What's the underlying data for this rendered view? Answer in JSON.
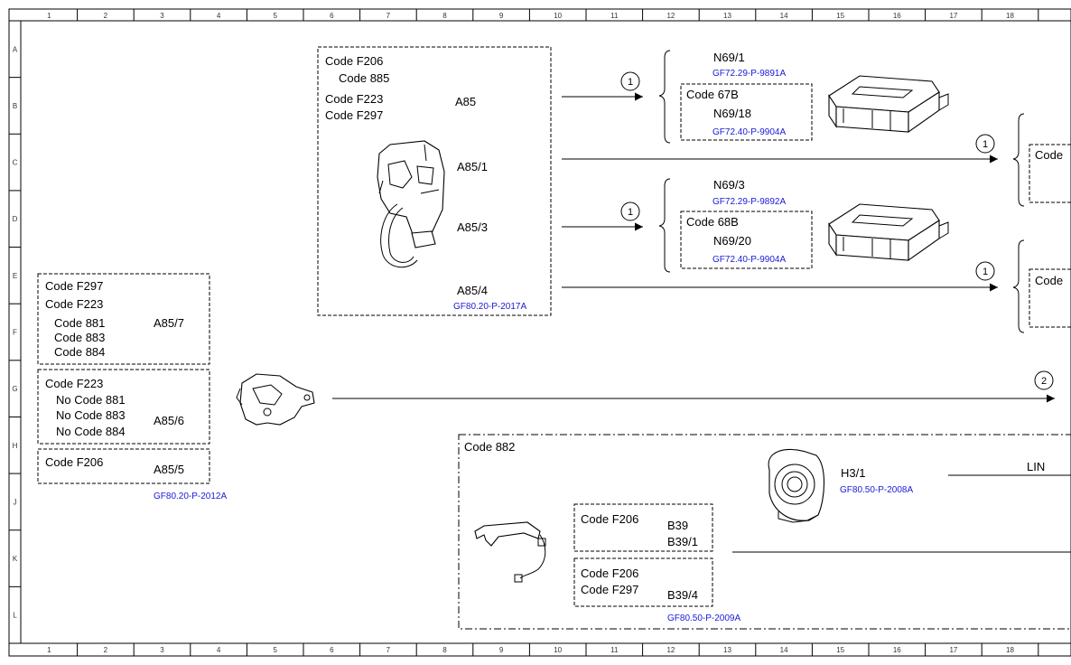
{
  "frame": {
    "columns": [
      "1",
      "2",
      "3",
      "4",
      "5",
      "6",
      "7",
      "8",
      "9",
      "10",
      "11",
      "12",
      "13",
      "14",
      "15",
      "16",
      "17",
      "18"
    ],
    "rows": [
      "A",
      "B",
      "C",
      "D",
      "E",
      "F",
      "G",
      "H",
      "J",
      "K",
      "L"
    ]
  },
  "group_a85": {
    "codes": [
      "Code F206",
      "Code 885",
      "Code F223",
      "Code F297"
    ],
    "labels": [
      "A85",
      "A85/1",
      "A85/3",
      "A85/4"
    ],
    "ref": "GF80.20-P-2017A"
  },
  "group_left": {
    "box1": {
      "codes": [
        "Code F297",
        "Code F223",
        "Code 881",
        "Code 883",
        "Code 884"
      ],
      "label": "A85/7"
    },
    "box2": {
      "codes": [
        "Code F223",
        "No Code 881",
        "No Code 883",
        "No Code 884"
      ],
      "label": "A85/6"
    },
    "box3": {
      "codes": [
        "Code F206"
      ],
      "label": "A85/5"
    },
    "ref": "GF80.20-P-2012A"
  },
  "module_top": {
    "name": "N69/1",
    "name_ref": "GF72.29-P-9891A",
    "code": "Code 67B",
    "sub": "N69/18",
    "sub_ref": "GF72.40-P-9904A"
  },
  "module_bottom": {
    "name": "N69/3",
    "name_ref": "GF72.29-P-9892A",
    "code": "Code 68B",
    "sub": "N69/20",
    "sub_ref": "GF72.40-P-9904A"
  },
  "right_partial": {
    "codes": [
      "Code",
      "Code"
    ]
  },
  "connectors": [
    "1",
    "1",
    "1",
    "1",
    "2"
  ],
  "group_882": {
    "code": "Code 882",
    "h3": {
      "label": "H3/1",
      "ref": "GF80.50-P-2008A",
      "bus": "LIN"
    },
    "box1": {
      "code": "Code F206",
      "labels": [
        "B39",
        "B39/1"
      ]
    },
    "box2": {
      "codes": [
        "Code F206",
        "Code F297"
      ],
      "label": "B39/4"
    },
    "ref": "GF80.50-P-2009A"
  }
}
